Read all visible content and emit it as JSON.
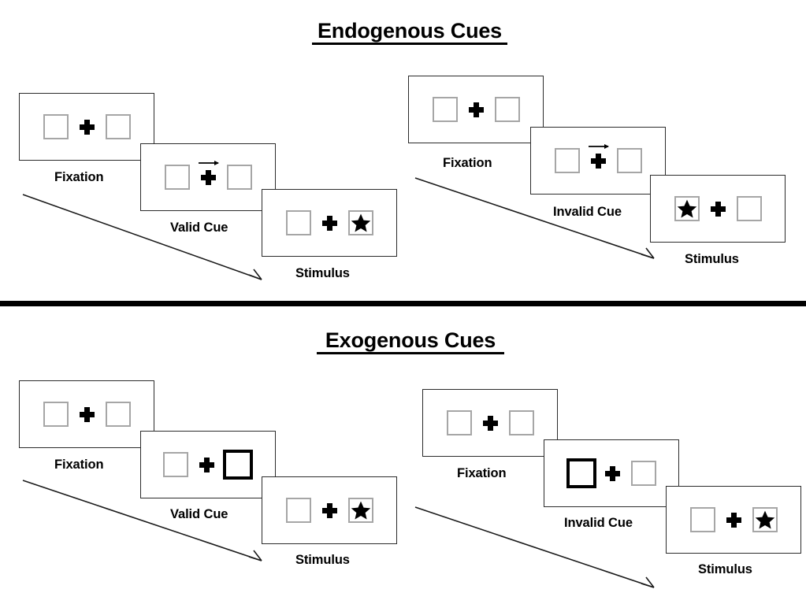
{
  "figure": {
    "title_top": "Endogenous Cues",
    "title_bottom": "Exogenous Cues",
    "background_color": "#ffffff",
    "line_color": "#2b2b2b",
    "box_color": "#a6a6a6",
    "highlight_color": "#000000",
    "divider_color": "#000000"
  },
  "sections": [
    {
      "id": "endogenous",
      "title": "Endogenous Cues",
      "sequences": [
        {
          "id": "endogenous-valid",
          "validity": "valid",
          "arrow_label": "sequence-arrow",
          "panels": [
            {
              "caption": "Fixation",
              "cue_type": "none",
              "left_box": "empty",
              "right_box": "empty",
              "center": "fixation-plus"
            },
            {
              "caption": "Valid Cue",
              "cue_type": "arrow-right",
              "left_box": "empty",
              "right_box": "empty",
              "center": "fixation-plus"
            },
            {
              "caption": "Stimulus",
              "cue_type": "none",
              "left_box": "empty",
              "right_box": "star",
              "center": "fixation-plus"
            }
          ]
        },
        {
          "id": "endogenous-invalid",
          "validity": "invalid",
          "arrow_label": "sequence-arrow",
          "panels": [
            {
              "caption": "Fixation",
              "cue_type": "none",
              "left_box": "empty",
              "right_box": "empty",
              "center": "fixation-plus"
            },
            {
              "caption": "Invalid Cue",
              "cue_type": "arrow-right",
              "left_box": "empty",
              "right_box": "empty",
              "center": "fixation-plus"
            },
            {
              "caption": "Stimulus",
              "cue_type": "none",
              "left_box": "star",
              "right_box": "empty",
              "center": "fixation-plus"
            }
          ]
        }
      ]
    },
    {
      "id": "exogenous",
      "title": "Exogenous Cues",
      "sequences": [
        {
          "id": "exogenous-valid",
          "validity": "valid",
          "arrow_label": "sequence-arrow",
          "panels": [
            {
              "caption": "Fixation",
              "cue_type": "none",
              "left_box": "empty",
              "right_box": "empty",
              "center": "fixation-plus"
            },
            {
              "caption": "Valid Cue",
              "cue_type": "box-flash-right",
              "left_box": "empty",
              "right_box": "highlight",
              "center": "fixation-plus"
            },
            {
              "caption": "Stimulus",
              "cue_type": "none",
              "left_box": "empty",
              "right_box": "star",
              "center": "fixation-plus"
            }
          ]
        },
        {
          "id": "exogenous-invalid",
          "validity": "invalid",
          "arrow_label": "sequence-arrow",
          "panels": [
            {
              "caption": "Fixation",
              "cue_type": "none",
              "left_box": "empty",
              "right_box": "empty",
              "center": "fixation-plus"
            },
            {
              "caption": "Invalid Cue",
              "cue_type": "box-flash-left",
              "left_box": "highlight",
              "right_box": "empty",
              "center": "fixation-plus"
            },
            {
              "caption": "Stimulus",
              "cue_type": "none",
              "left_box": "empty",
              "right_box": "star",
              "center": "fixation-plus"
            }
          ]
        }
      ]
    }
  ],
  "captions": {
    "fixation": "Fixation",
    "valid_cue": "Valid Cue",
    "invalid_cue": "Invalid Cue",
    "stimulus": "Stimulus"
  }
}
